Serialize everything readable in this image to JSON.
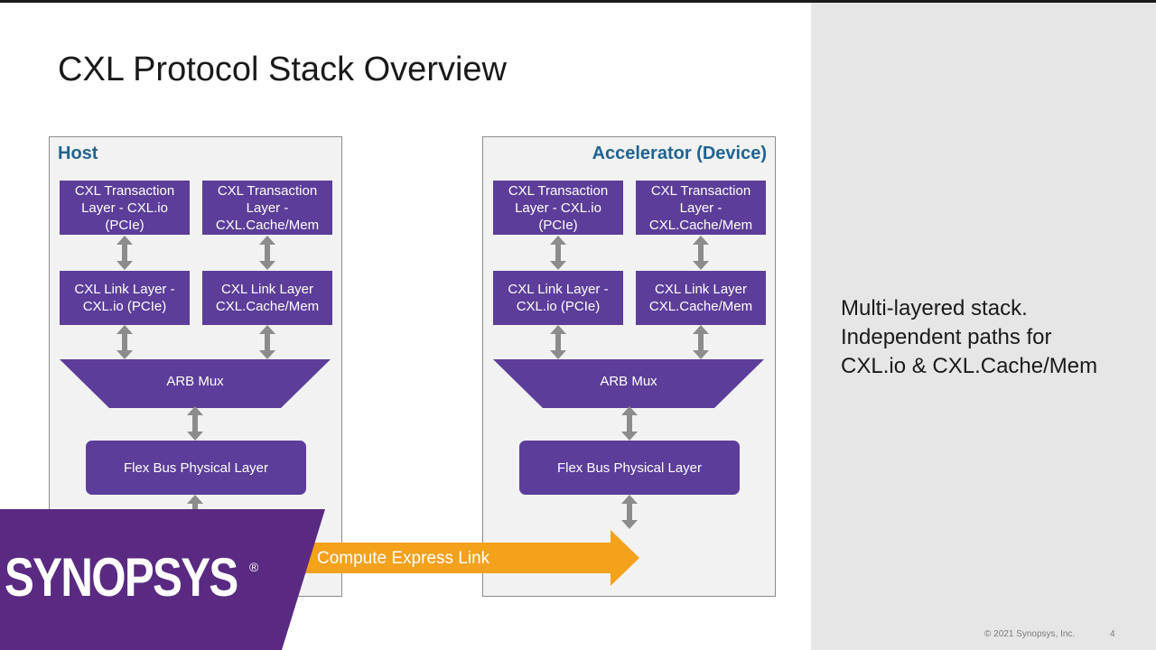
{
  "slide": {
    "title": "CXL Protocol Stack Overview",
    "description": [
      "Multi-layered stack.",
      "Independent paths for",
      "CXL.io & CXL.Cache/Mem"
    ],
    "footer": {
      "copyright": "© 2021 Synopsys, Inc.",
      "page": "4"
    }
  },
  "host": {
    "label": "Host",
    "tx_io": [
      "CXL Transaction",
      "Layer - CXL.io",
      "(PCIe)"
    ],
    "tx_cache": [
      "CXL Transaction",
      "Layer -",
      "CXL.Cache/Mem"
    ],
    "link_io": [
      "CXL Link Layer -",
      "CXL.io (PCIe)"
    ],
    "link_cache": [
      "CXL Link Layer",
      "CXL.Cache/Mem"
    ],
    "arb_mux": "ARB Mux",
    "phy": "Flex Bus Physical Layer"
  },
  "device": {
    "label": "Accelerator (Device)",
    "tx_io": [
      "CXL Transaction",
      "Layer - CXL.io",
      "(PCIe)"
    ],
    "tx_cache": [
      "CXL Transaction",
      "Layer -",
      "CXL.Cache/Mem"
    ],
    "link_io": [
      "CXL Link Layer -",
      "CXL.io (PCIe)"
    ],
    "link_cache": [
      "CXL Link Layer",
      "CXL.Cache/Mem"
    ],
    "arb_mux": "ARB Mux",
    "phy": "Flex Bus Physical Layer"
  },
  "link": {
    "label": "Compute Express Link"
  },
  "logo": {
    "text": "SYNOPSYS",
    "registered": "®"
  },
  "colors": {
    "layer_purple": "#5c3d99",
    "stack_label_blue": "#1f6391",
    "link_orange": "#f4a11c",
    "logo_purple": "#5a2a82",
    "arrow_gray": "#8c8c8c"
  }
}
